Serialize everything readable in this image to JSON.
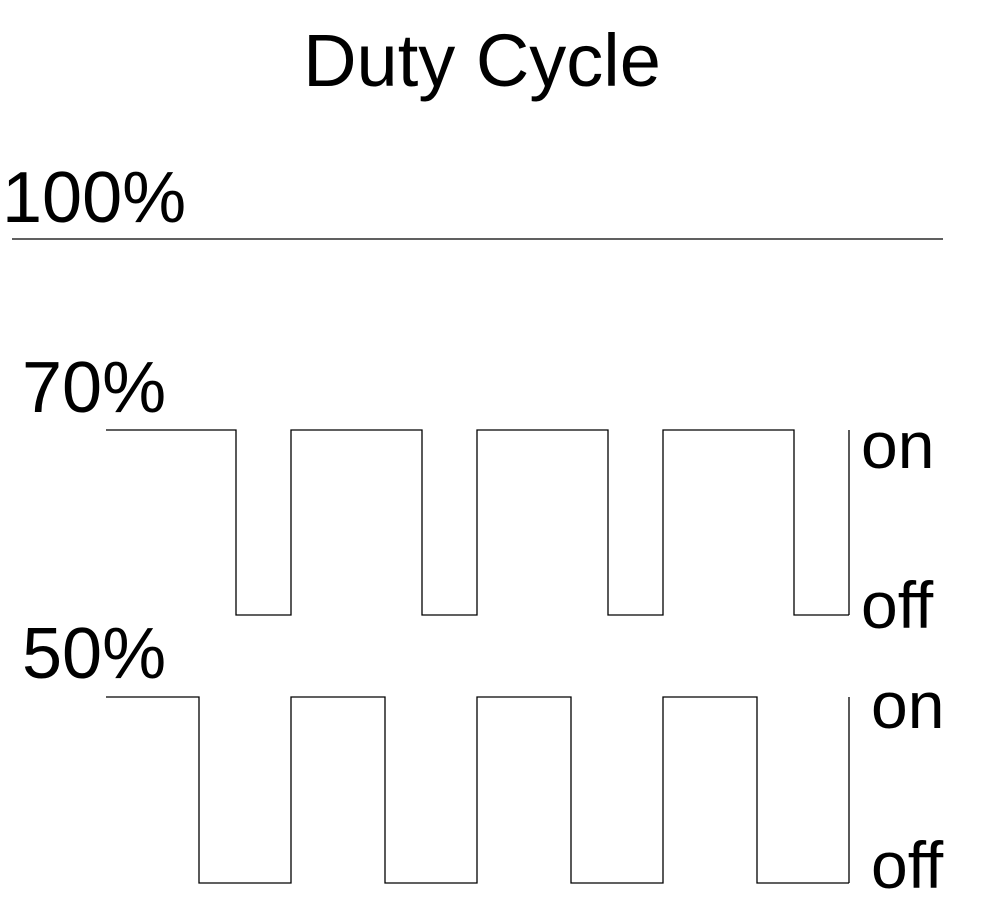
{
  "title": "Duty Cycle",
  "signals": [
    {
      "label": "100%",
      "duty": 1.0
    },
    {
      "label": "70%",
      "duty": 0.7,
      "on_label": "on",
      "off_label": "off"
    },
    {
      "label": "50%",
      "duty": 0.5,
      "on_label": "on",
      "off_label": "off"
    }
  ],
  "colors": {
    "line": "#000000",
    "background": "#ffffff"
  }
}
